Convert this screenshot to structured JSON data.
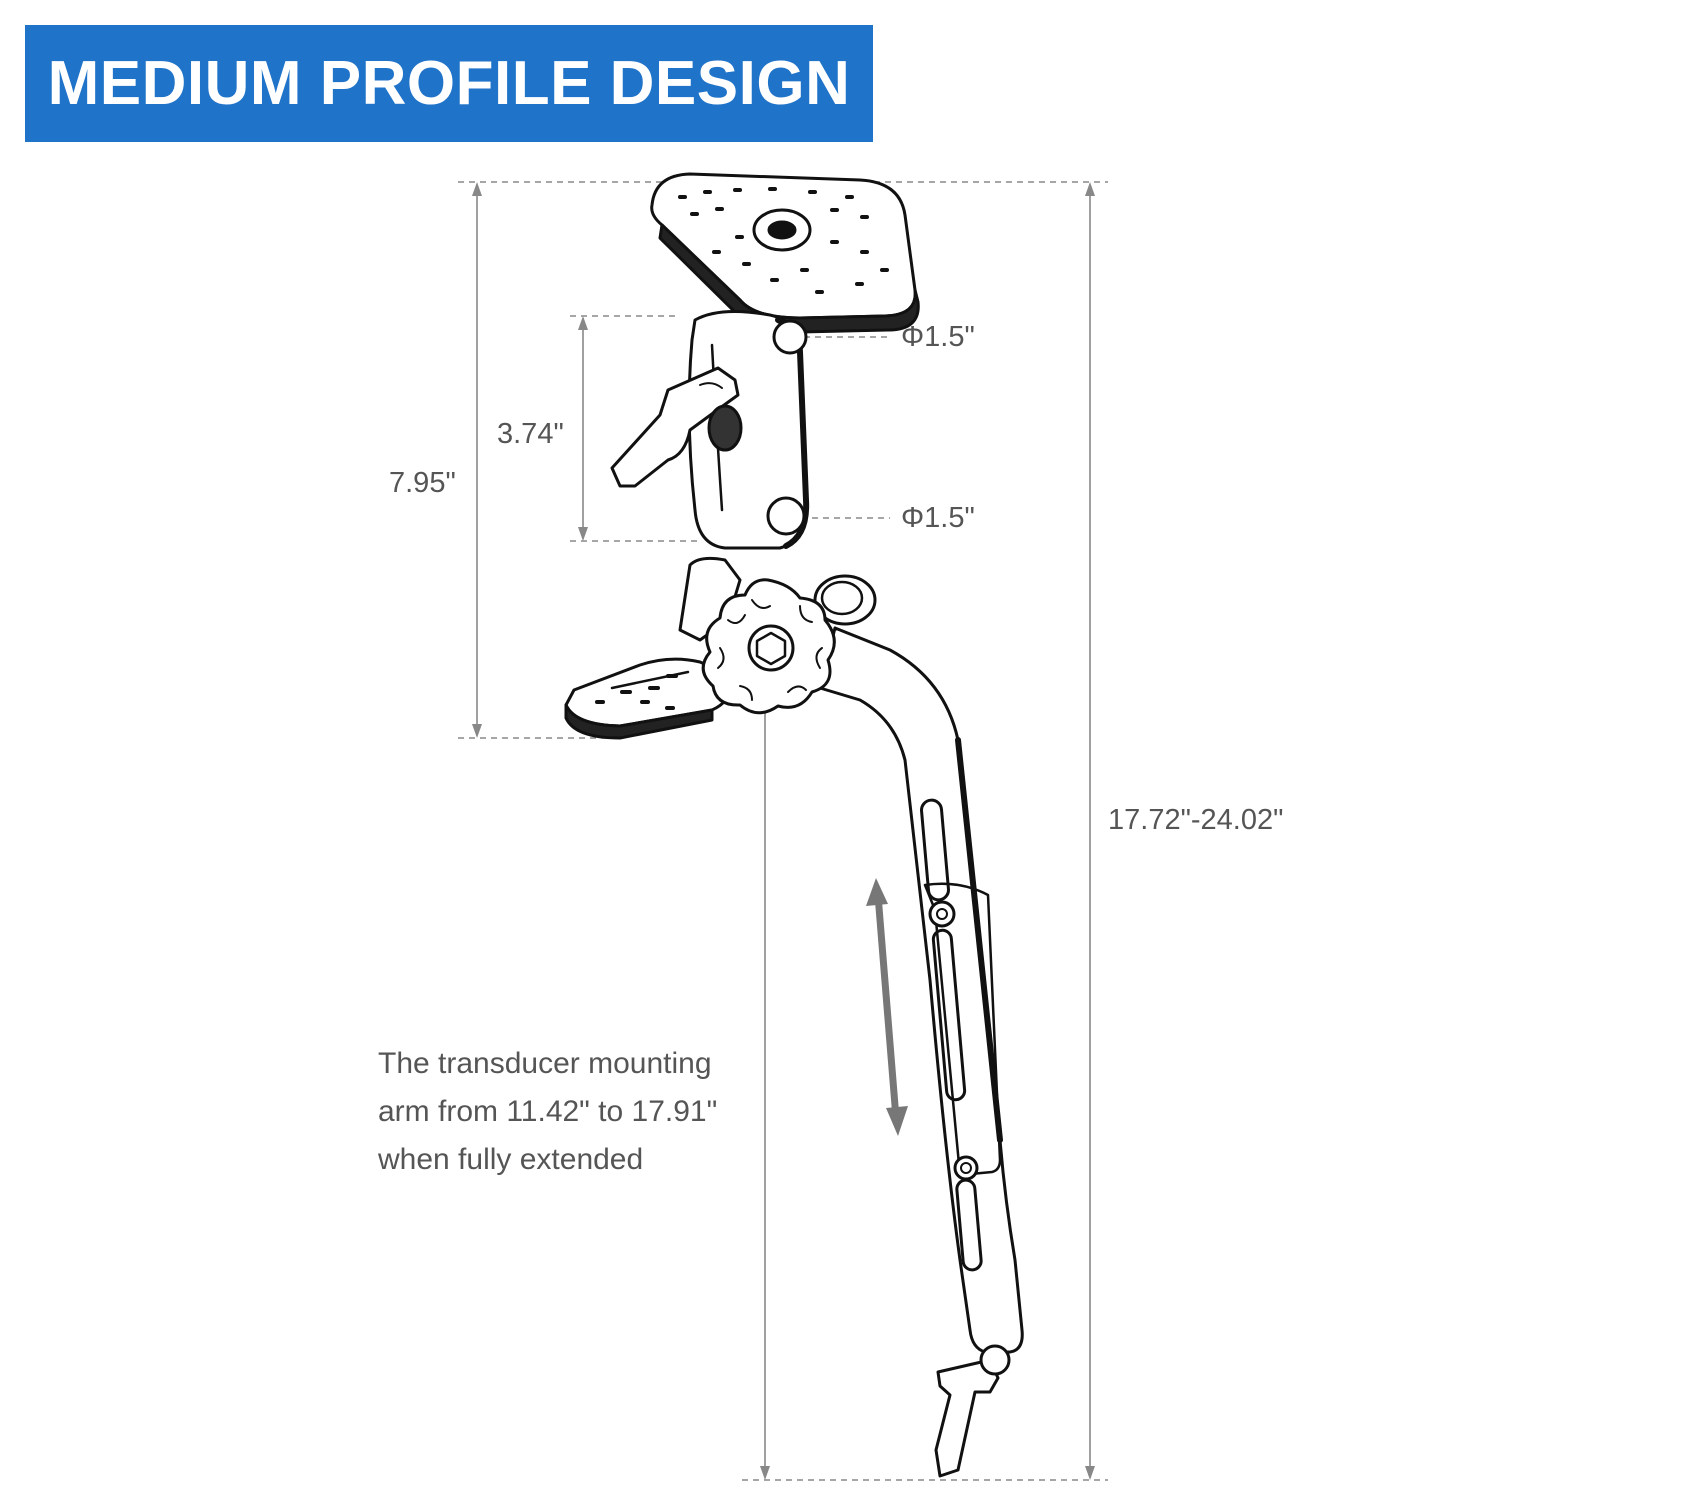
{
  "banner": {
    "title": "MEDIUM PROFILE DESIGN",
    "color": "#1f73c8"
  },
  "dimensions": {
    "overall_height": "7.95\"",
    "arm_height": "3.74\"",
    "ball_top": "Φ1.5\"",
    "ball_bottom": "Φ1.5\"",
    "total_length": "17.72\"-24.02\""
  },
  "note": {
    "line1": "The transducer mounting",
    "line2": "arm from 11.42\" to 17.91\"",
    "line3": "when fully extended"
  },
  "colors": {
    "dimension_line": "#888888",
    "label_text": "#555555",
    "drawing": "#111111",
    "arrow": "#777777"
  }
}
